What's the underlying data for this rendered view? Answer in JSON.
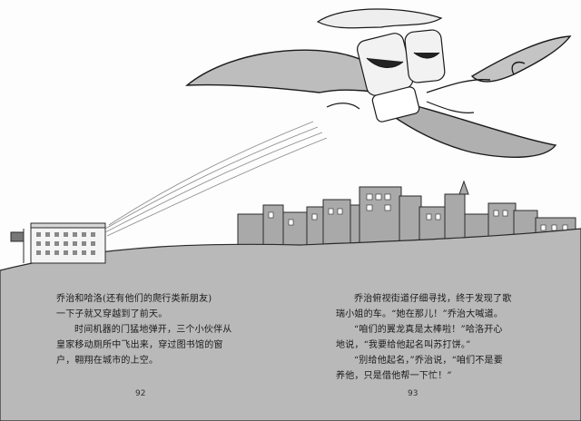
{
  "left_page": {
    "lines": [
      "乔治和哈洛(还有他们的爬行类新朋友)",
      "一下子就又穿越到了前天。",
      "时间机器的门猛地弹开，三个小伙伴从",
      "皇家移动厕所中飞出来，穿过图书馆的窗",
      "户，翱翔在城市的上空。"
    ],
    "page_number": "92"
  },
  "right_page": {
    "lines": [
      "乔治俯视街道仔细寻找，终于发现了歌",
      "瑞小姐的车。“她在那儿！”乔治大喊道。",
      "“咱们的翼龙真是太棒啦！”哈洛开心",
      "地说，“我要给他起名叫苏打饼。”",
      "“别给他起名，”乔治说，“咱们不是要",
      "养他，只是借他帮一下忙！”"
    ],
    "page_number": "93"
  },
  "colors": {
    "ground": "#b9b9b9",
    "buildings": "#a9a9a9",
    "ink": "#1a1a1a"
  }
}
